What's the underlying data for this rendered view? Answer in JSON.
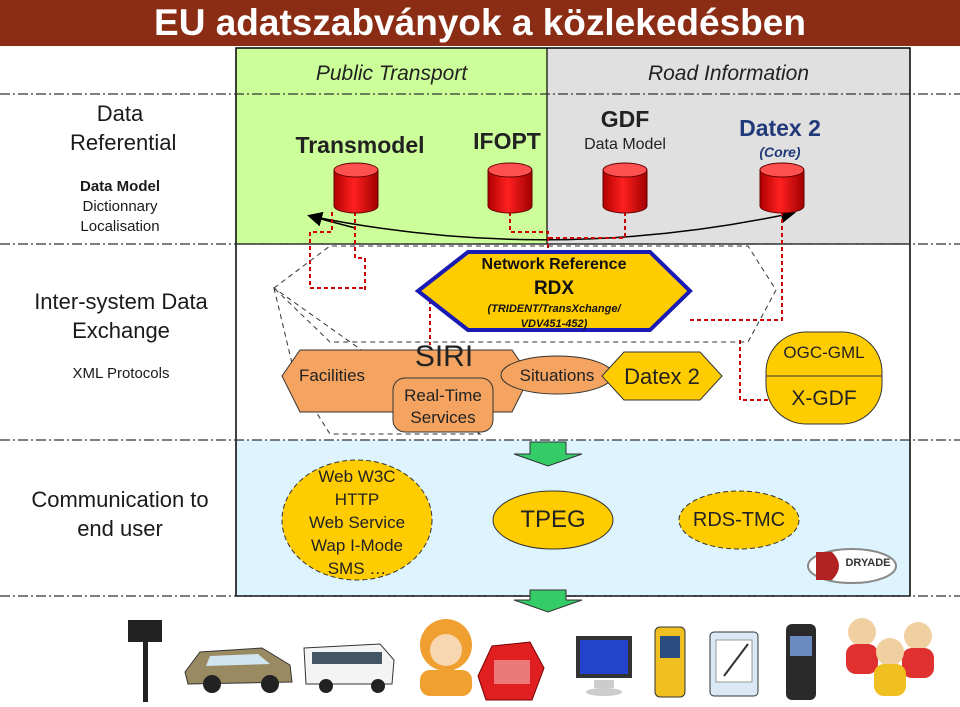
{
  "title": "EU adatszabványok a közlekedésben",
  "colors": {
    "title_bar": "#8b2d14",
    "public_transport_bg": "#ccff99",
    "road_info_bg": "#e0e0e0",
    "lower_bg": "#ddf4ff",
    "database": "#ee0000",
    "hexagon": "#ffcc00",
    "orange_oval": "#f4a460"
  },
  "rows": {
    "data_referential": {
      "title": "Data Referential",
      "items": [
        "Data Model",
        "Dictionnary",
        "Localisation"
      ]
    },
    "inter_system": {
      "title": "Inter-system Data Exchange",
      "subtitle": "XML Protocols"
    },
    "communication": {
      "title": "Communication to end user"
    }
  },
  "columns": {
    "public_transport": "Public Transport",
    "road_information": "Road Information"
  },
  "standards": {
    "transmodel": "Transmodel",
    "ifopt": "IFOPT",
    "gdf": "GDF",
    "gdf_sub": "Data Model",
    "datex2": "Datex 2",
    "datex2_sub": "(Core)"
  },
  "rdx": {
    "title": "Network Reference",
    "name": "RDX",
    "detail1": "(TRIDENT/TransXchange/",
    "detail2": "VDV451-452)"
  },
  "siri": {
    "name": "SIRI",
    "facilities": "Facilities",
    "realtime1": "Real-Time",
    "realtime2": "Services",
    "situations": "Situations"
  },
  "datex2_exchange": "Datex 2",
  "ogc": {
    "gml": "OGC-GML",
    "xgdf": "X-GDF"
  },
  "end_user": {
    "web_lines": [
      "Web W3C",
      "HTTP",
      "Web Service",
      "Wap I-Mode",
      "SMS …"
    ],
    "tpeg": "TPEG",
    "rds": "RDS-TMC",
    "logo": "DRYADE"
  },
  "devices": [
    "road-sign-icon",
    "car-icon",
    "bus-icon",
    "call-center-icon",
    "telephone-icon",
    "monitor-icon",
    "gps-icon",
    "pda-icon",
    "mobile-phone-icon",
    "users-icon"
  ]
}
